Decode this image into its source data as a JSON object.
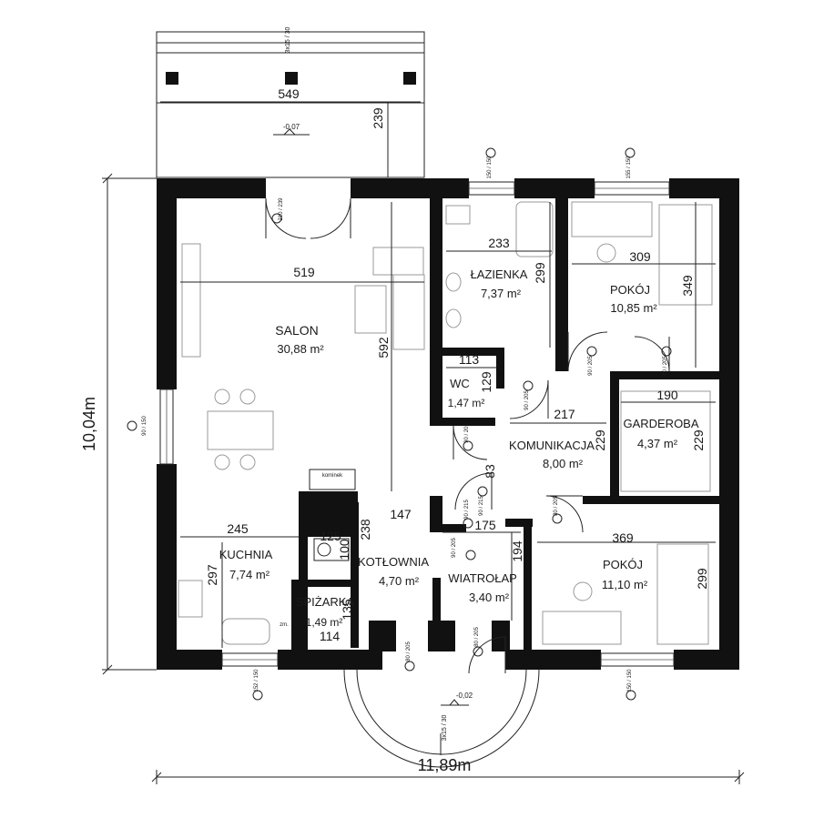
{
  "overall": {
    "width": "11,89m",
    "height": "10,04m"
  },
  "terrace": {
    "width": "549",
    "depth": "239",
    "level": "-0,07",
    "step": "3x15 / 30"
  },
  "entrance": {
    "level": "-0,02",
    "step": "3x15 / 30"
  },
  "rooms": [
    {
      "id": "salon",
      "name": "SALON",
      "area": "30,88 m²"
    },
    {
      "id": "lazienka",
      "name": "ŁAZIENKA",
      "area": "7,37 m²"
    },
    {
      "id": "pokoj1",
      "name": "POKÓJ",
      "area": "10,85 m²"
    },
    {
      "id": "wc",
      "name": "WC",
      "area": "1,47 m²"
    },
    {
      "id": "garderoba",
      "name": "GARDEROBA",
      "area": "4,37 m²"
    },
    {
      "id": "komunikacja",
      "name": "KOMUNIKACJA",
      "area": "8,00 m²"
    },
    {
      "id": "kuchnia",
      "name": "KUCHNIA",
      "area": "7,74 m²"
    },
    {
      "id": "kotlownia",
      "name": "KOTŁOWNIA",
      "area": "4,70 m²"
    },
    {
      "id": "wiatrolap",
      "name": "WIATROŁAP",
      "area": "3,40 m²"
    },
    {
      "id": "pokoj2",
      "name": "POKÓJ",
      "area": "11,10 m²"
    },
    {
      "id": "spizarka",
      "name": "SPIŻARKA",
      "area": "1,49 m²"
    }
  ],
  "dimensions": {
    "salon_w": "519",
    "salon_h": "592",
    "lazienka_w": "233",
    "lazienka_h": "299",
    "pokoj1_w": "309",
    "pokoj1_h": "349",
    "wc_w": "113",
    "wc_h": "129",
    "garderoba_w": "190",
    "garderoba_h": "229",
    "komunikacja_w": "217",
    "komunikacja_h": "229",
    "komunikacja_h2": "83",
    "kuchnia_w": "245",
    "kuchnia_h": "297",
    "kotlownia_w": "147",
    "kotlownia_h": "238",
    "kotlownia_w2": "125",
    "kotlownia_h2": "100",
    "wiatrolap_w": "175",
    "wiatrolap_h": "194",
    "pokoj2_w": "369",
    "pokoj2_h": "299",
    "spizarka_w": "114",
    "spizarka_h": "135"
  },
  "openings": [
    "210 / 239",
    "90 / 150",
    "150 / 150",
    "155 / 150",
    "90 / 205",
    "80 / 205",
    "90 / 205",
    "90 / 205",
    "80 / 205",
    "90 / 215",
    "90 / 205",
    "80 / 205",
    "152 / 150",
    "150 / 150",
    "80 / 205",
    "90 / 215"
  ],
  "legend_extra": {
    "kominek": "kominek",
    "zm": "zm."
  }
}
